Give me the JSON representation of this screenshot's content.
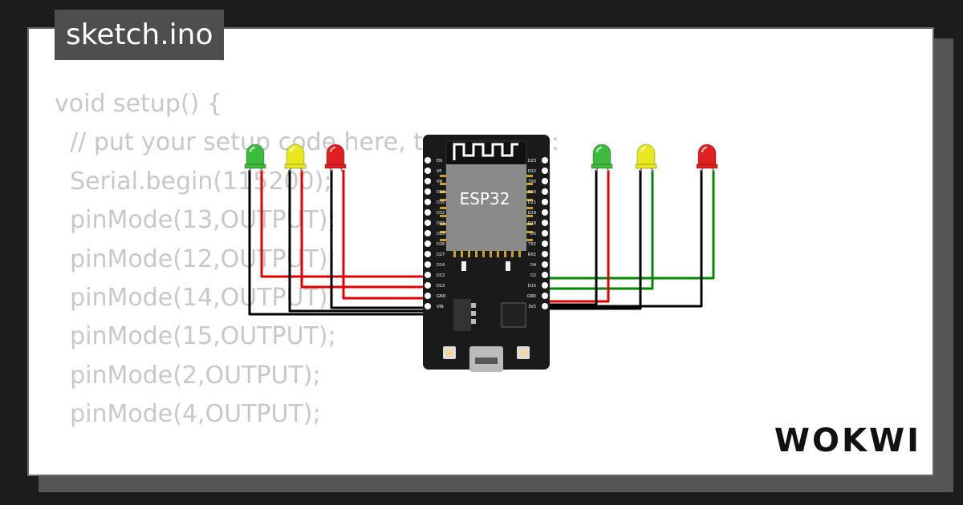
{
  "file_tab": {
    "title": "sketch.ino"
  },
  "code_lines": [
    "void setup() {",
    "  // put your setup code here, to run once:",
    "  Serial.begin(115200);",
    "  pinMode(13,OUTPUT);",
    "  pinMode(12,OUTPUT);",
    "  pinMode(14,OUTPUT);",
    "  pinMode(15,OUTPUT);",
    "  pinMode(2,OUTPUT);",
    "  pinMode(4,OUTPUT);",
    "",
    "}"
  ],
  "board": {
    "chip_label": "ESP32",
    "left_pins": [
      "EN",
      "VP",
      "VN",
      "D34",
      "D35",
      "D32",
      "D33",
      "D25",
      "D26",
      "D27",
      "D14",
      "D12",
      "D13",
      "GND",
      "VIN"
    ],
    "right_pins": [
      "D23",
      "D22",
      "TX0",
      "RX0",
      "D21",
      "D19",
      "D18",
      "D5",
      "TX2",
      "RX2",
      "D4",
      "D2",
      "D15",
      "GND",
      "3V3"
    ]
  },
  "leds_left": [
    {
      "color": "green",
      "hex": "#3dbb3d"
    },
    {
      "color": "yellow",
      "hex": "#e8e81e"
    },
    {
      "color": "red",
      "hex": "#e02020"
    }
  ],
  "leds_right": [
    {
      "color": "green",
      "hex": "#3dbb3d"
    },
    {
      "color": "yellow",
      "hex": "#e8e81e"
    },
    {
      "color": "red",
      "hex": "#e02020"
    }
  ],
  "wire_colors": {
    "signal_left": "#e00000",
    "signal_right": "#008800",
    "ground": "#000000"
  },
  "brand": {
    "logo_text": "WOKWI"
  }
}
